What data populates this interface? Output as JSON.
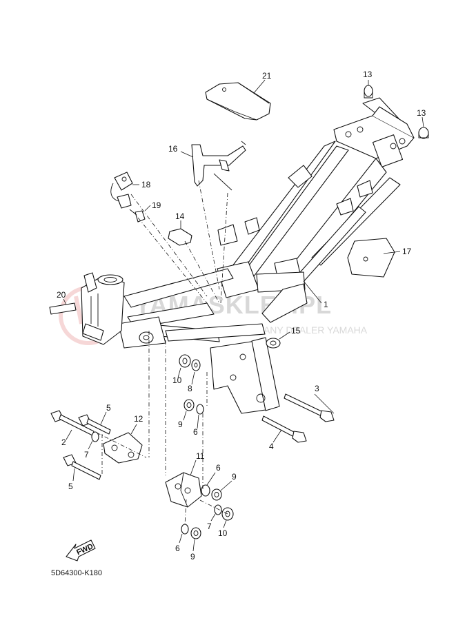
{
  "diagram_code": "5D64300-K180",
  "watermark": {
    "main": "YAMASKLEP.PL",
    "sub": "AUTORYZOWANY DEALER YAMAHA",
    "color": "#d8d8d8",
    "logo_color": "#f0b8b8"
  },
  "fwd_label": "FWD",
  "callouts": {
    "c1": "1",
    "c2": "2",
    "c3": "3",
    "c4": "4",
    "c5a": "5",
    "c5b": "5",
    "c6a": "6",
    "c6b": "6",
    "c6c": "6",
    "c7a": "7",
    "c7b": "7",
    "c8": "8",
    "c9a": "9",
    "c9b": "9",
    "c9c": "9",
    "c10a": "10",
    "c10b": "10",
    "c11": "11",
    "c12": "12",
    "c13a": "13",
    "c13b": "13",
    "c14": "14",
    "c15": "15",
    "c16": "16",
    "c17": "17",
    "c18": "18",
    "c19": "19",
    "c20": "20",
    "c21": "21"
  }
}
